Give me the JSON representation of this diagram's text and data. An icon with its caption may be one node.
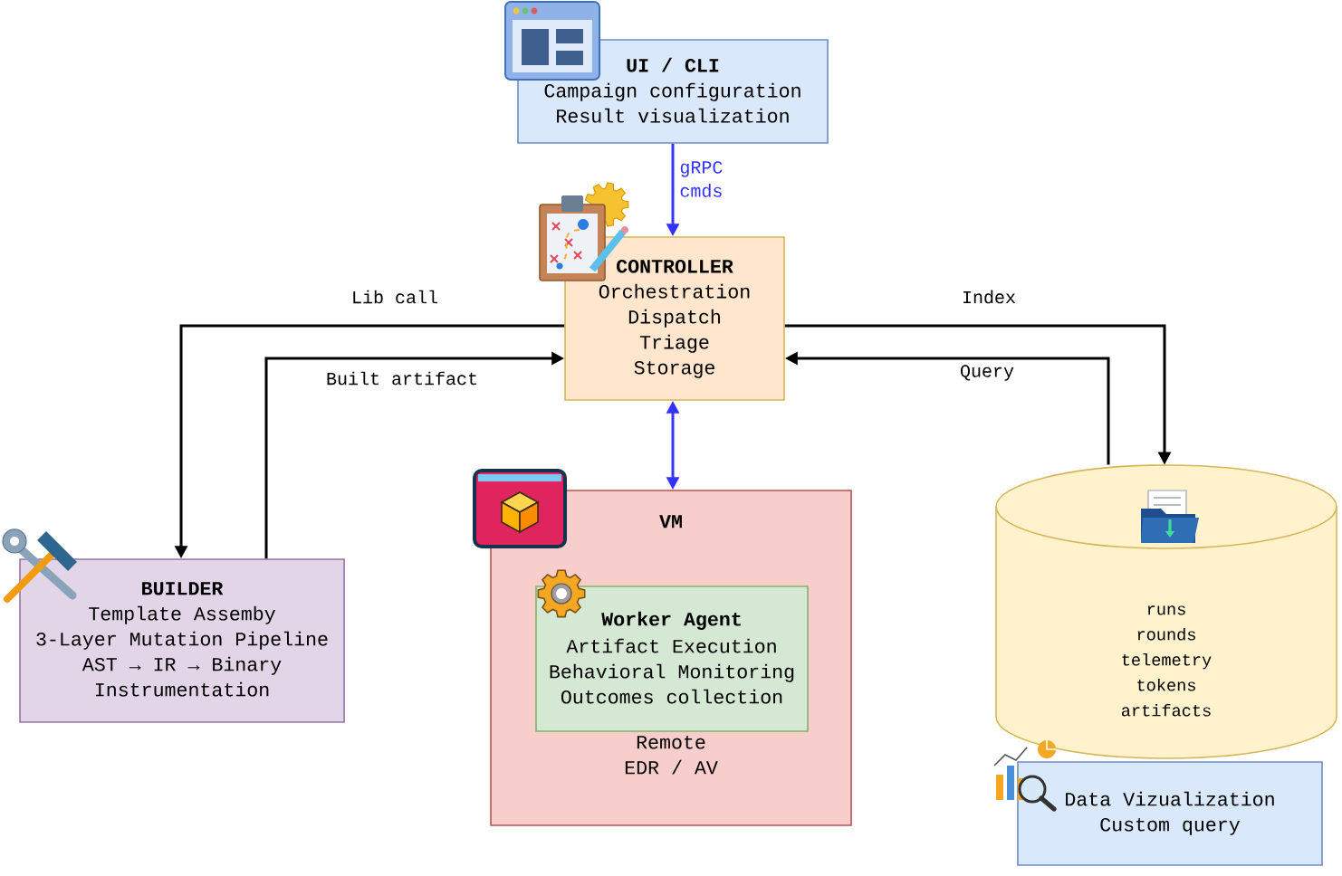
{
  "diagram": {
    "nodes": [
      {
        "text": [
          "UI / CLI",
          "Campaign configuration",
          "Result visualization"
        ]
      },
      {
        "text": [
          "CONTROLLER",
          "Orchestration",
          "Dispatch",
          "Triage",
          "Storage"
        ]
      },
      {
        "text": [
          "BUILDER",
          "Template Assemby",
          "3-Layer Mutation Pipeline",
          "AST → IR → Binary",
          "Instrumentation"
        ]
      },
      {
        "text": [
          "VM",
          "Remote",
          "EDR / AV"
        ]
      },
      {
        "text": [
          "Worker Agent",
          "Artifact Execution",
          "Behavioral Monitoring",
          "Outcomes collection"
        ],
        "in": 3
      },
      {
        "text": [
          "runs",
          "rounds",
          "telemetry",
          "tokens",
          "artifacts"
        ]
      },
      {
        "text": [
          "Data Vizualization",
          "Custom query"
        ]
      }
    ],
    "edges": [
      {
        "from": 0,
        "to": 1,
        "arrow": "to",
        "label": "gRPC cmds",
        "color": "#3333ff"
      },
      {
        "from": 1,
        "to": 2,
        "arrow": "to",
        "label": "Lib call"
      },
      {
        "from": 2,
        "to": 1,
        "arrow": "to",
        "label": "Built artifact"
      },
      {
        "from": 1,
        "to": 3,
        "arrow": "both",
        "color": "#3333ff"
      },
      {
        "from": 1,
        "to": 5,
        "arrow": "to",
        "label": "Index"
      },
      {
        "from": 5,
        "to": 1,
        "arrow": "to",
        "label": "Query"
      }
    ]
  }
}
